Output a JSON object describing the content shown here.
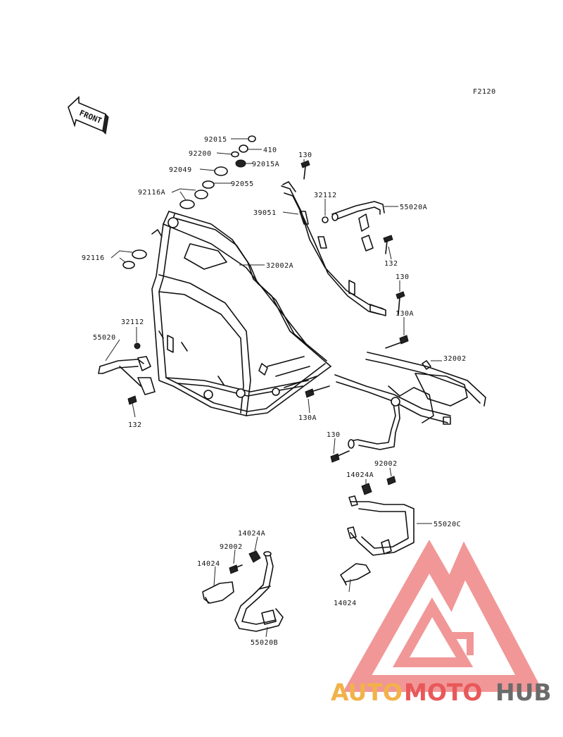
{
  "figure_code": "F2120",
  "front_label": "FRONT",
  "callouts": {
    "c92015": "92015",
    "c410": "410",
    "c92200": "92200",
    "c92015A": "92015A",
    "c92049": "92049",
    "c92055": "92055",
    "c92116A": "92116A",
    "c92116": "92116",
    "c130_top": "130",
    "c32112_top": "32112",
    "c55020A": "55020A",
    "c39051": "39051",
    "c32002A": "32002A",
    "c132_right": "132",
    "c130_mid": "130",
    "c130A_right": "130A",
    "c32112_left": "32112",
    "c55020": "55020",
    "c32002": "32002",
    "c132_left": "132",
    "c130A_bottom": "130A",
    "c130_low": "130",
    "c92002_right": "92002",
    "c14024A_right": "14024A",
    "c55020C": "55020C",
    "c14024A_left": "14024A",
    "c92002_left": "92002",
    "c14024_left": "14024",
    "c14024_right": "14024",
    "c55020B": "55020B"
  },
  "watermark": {
    "part1": "AUTO",
    "part2": "MOTO",
    "part3": "HUB",
    "colors": {
      "orange": "#f2b24a",
      "red": "#e8585a",
      "gray": "#6b6b6b",
      "logo": "#f08c8c"
    }
  }
}
